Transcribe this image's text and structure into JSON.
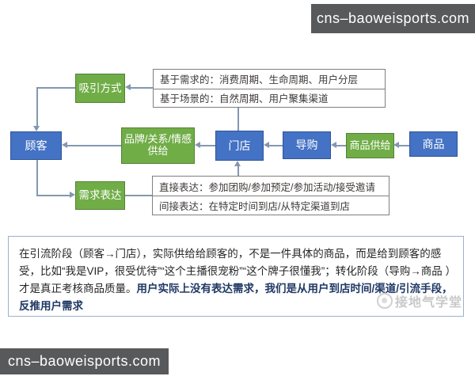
{
  "watermark": {
    "site_top": "cns–baoweisports.com",
    "site_bottom": "cns–baoweisports.com",
    "brand": "接地气学堂"
  },
  "flowchart": {
    "nodes": {
      "attract": "吸引方式",
      "customer": "顾客",
      "brand_supply": "品牌/关系/情感供给",
      "store": "门店",
      "guide": "导购",
      "product_supply": "商品供给",
      "product": "商品",
      "demand": "需求表达"
    },
    "attract_basis": {
      "line1": "基于需求的：消费周期、生命周期、用户分层",
      "line2": "基于场景的：自然周期、用户聚集渠道"
    },
    "demand_types": {
      "line1": "直接表达：参加团购/参加预定/参加活动/接受邀请",
      "line2": "间接表达：在特定时间到店/从特定渠道到店"
    }
  },
  "note": {
    "regular": "在引流阶段（顾客→门店），实际供给给顾客的，不是一件具体的商品，而是给到顾客的感受，比如“我是VIP，很受优待”“这个主播很宠粉”“这个牌子很懂我”；转化阶段（导购→商品 ）才是真正考核商品质量。",
    "bold": "用户实际上没有表达需求，我们是从用户到店时间/渠道/引流手段，反推用户需求"
  },
  "colors": {
    "node_blue": "#4472C4",
    "node_blue_border": "#2E5597",
    "node_green": "#70AD47",
    "node_green_border": "#548235",
    "connector": "#8497B0",
    "watermark_bar": "#58595B",
    "note_border": "#9BB1CC",
    "note_bold_text": "#1F3864"
  }
}
